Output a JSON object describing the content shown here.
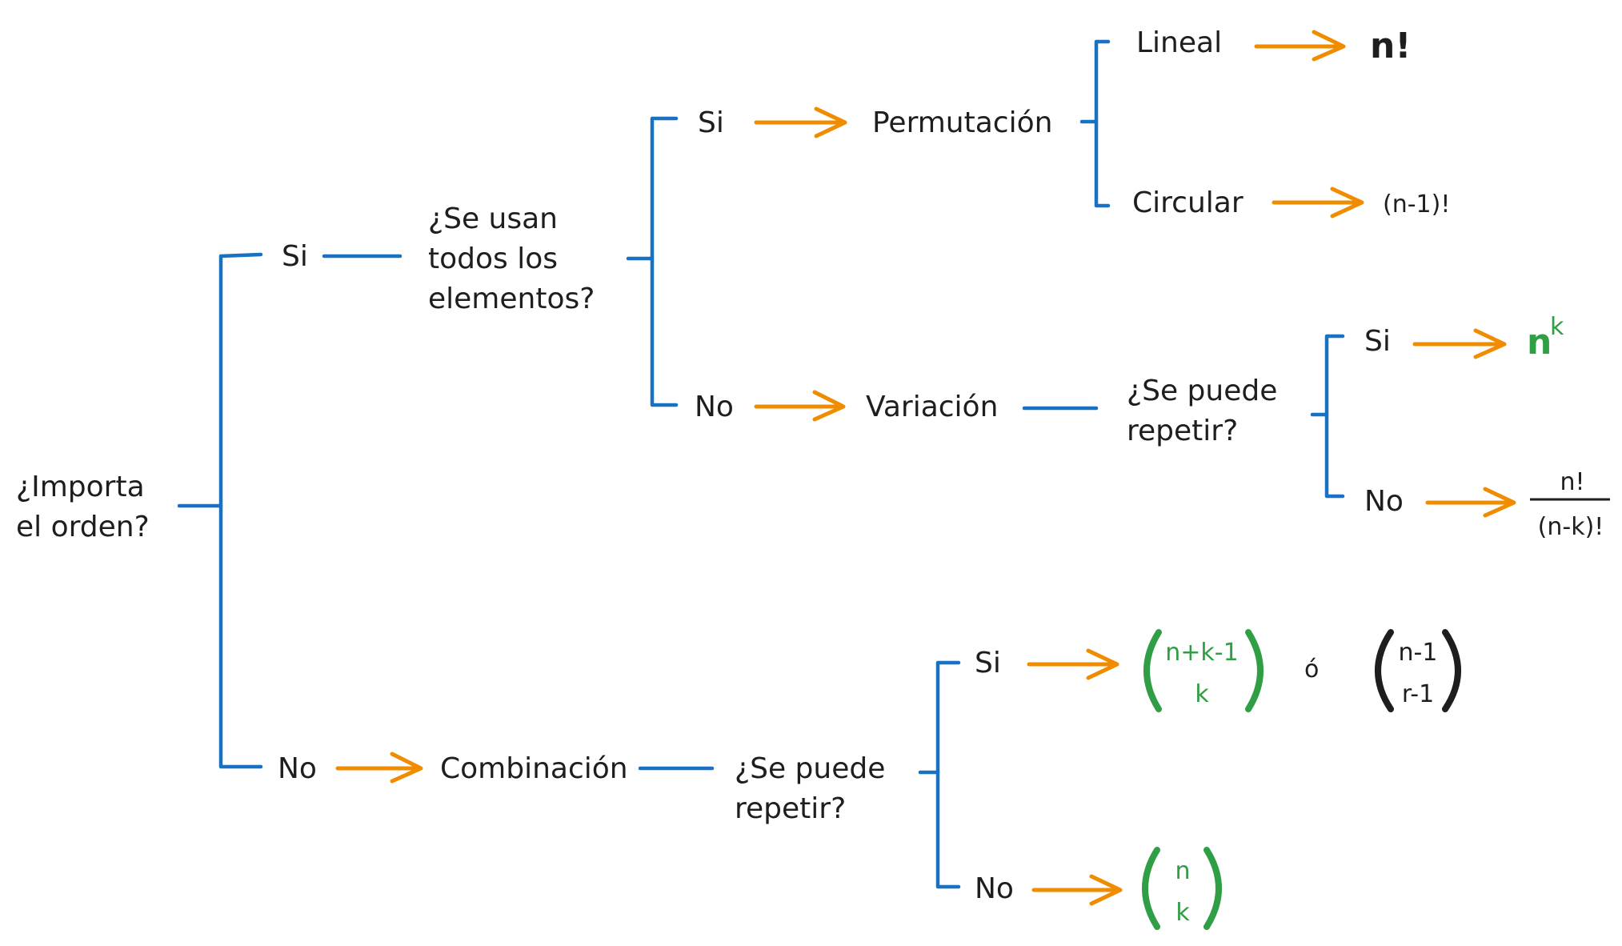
{
  "colors": {
    "bracket": "#1971c2",
    "arrow": "#f08c00",
    "text": "#1e1e1e",
    "highlight": "#2f9e44"
  },
  "root": {
    "line1": "¿Importa",
    "line2": "el orden?"
  },
  "upper": {
    "yes_label": "Si",
    "question": {
      "line1": "¿Se usan",
      "line2": "todos los",
      "line3": "elementos?"
    },
    "perm": {
      "yes_label": "Si",
      "title": "Permutación",
      "lineal": {
        "label": "Lineal",
        "result": "n!"
      },
      "circular": {
        "label": "Circular",
        "result": "(n-1)!"
      }
    },
    "var": {
      "no_label": "No",
      "title": "Variación",
      "question": {
        "line1": "¿Se puede",
        "line2": "repetir?"
      },
      "rep_yes": {
        "label": "Si",
        "base": "n",
        "exp": "k"
      },
      "rep_no": {
        "label": "No",
        "numerator": "n!",
        "denominator": "(n-k)!"
      }
    }
  },
  "lower": {
    "no_label": "No",
    "title": "Combinación",
    "question": {
      "line1": "¿Se puede",
      "line2": "repetir?"
    },
    "rep_yes": {
      "label": "Si",
      "top1": "n+k-1",
      "bottom1": "k",
      "or": "ó",
      "top2": "n-1",
      "bottom2": "r-1"
    },
    "rep_no": {
      "label": "No",
      "top": "n",
      "bottom": "k"
    }
  }
}
